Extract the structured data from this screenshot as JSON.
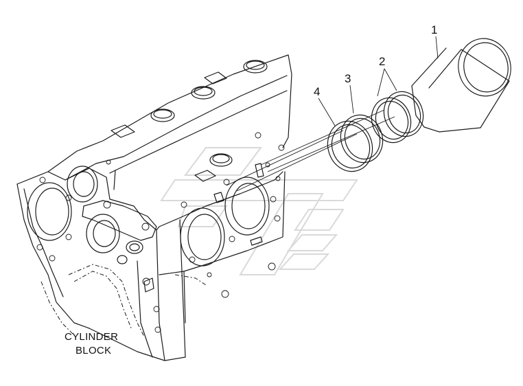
{
  "callouts": {
    "c1": "1",
    "c2": "2",
    "c3": "3",
    "c4": "4"
  },
  "caption": {
    "line1": "CYLINDER",
    "line2": "BLOCK"
  },
  "colors": {
    "ink": "#1a1a1a",
    "background": "#ffffff",
    "watermark": "#d9d9d9"
  }
}
